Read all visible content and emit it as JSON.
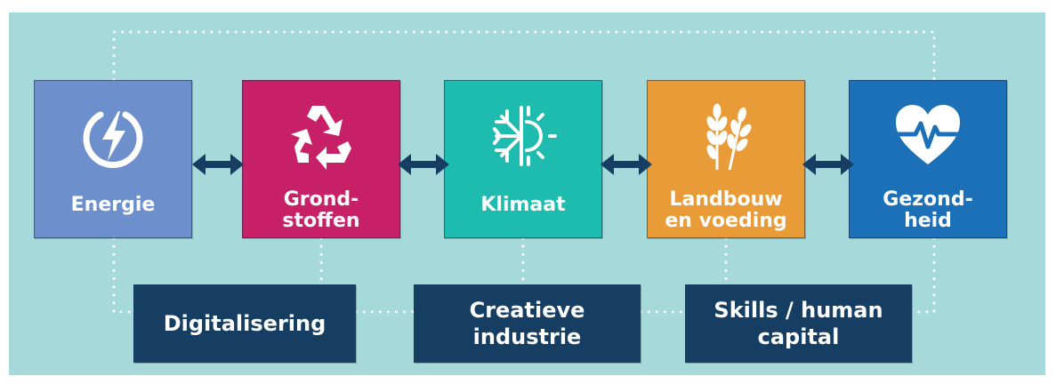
{
  "colors": {
    "background": "#a6dada",
    "energie": "#6d90cc",
    "grondstoffen": "#c72066",
    "klimaat": "#1dbcae",
    "landbouw": "#e99b38",
    "gezondheid": "#1c70b8",
    "cross_cutting": "#153e62",
    "arrow": "#153e62",
    "dotted_line": "#ffffff"
  },
  "domains": [
    {
      "label": "Energie",
      "icon": "energy-bolt-icon"
    },
    {
      "label": "Grond-\nstoffen",
      "icon": "recycle-icon"
    },
    {
      "label": "Klimaat",
      "icon": "snowflake-sun-icon"
    },
    {
      "label": "Landbouw\nen voeding",
      "icon": "wheat-icon"
    },
    {
      "label": "Gezond-\nheid",
      "icon": "heart-pulse-icon"
    }
  ],
  "connectors": {
    "icon": "double-arrow-icon"
  },
  "cross_cutting": [
    {
      "label": "Digitalisering"
    },
    {
      "label": "Creatieve\nindustrie"
    },
    {
      "label": "Skills / human\ncapital"
    }
  ]
}
